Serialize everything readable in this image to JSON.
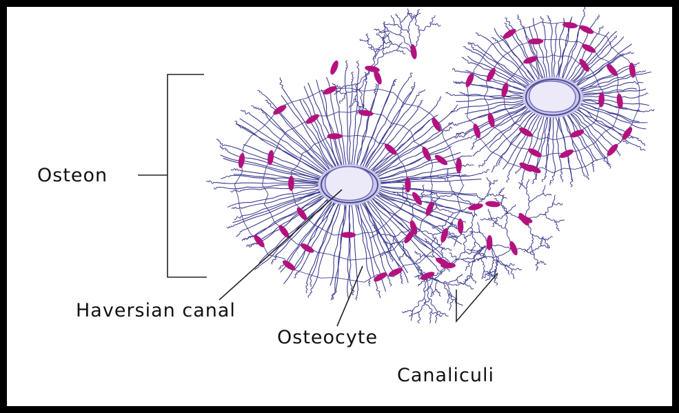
{
  "labels": {
    "osteon": "Osteon",
    "haversian_canal": "Haversian canal",
    "osteocyte": "Osteocyte",
    "canaliculi": "Canaliculi"
  },
  "colors": {
    "frame": "#000000",
    "background": "#ffffff",
    "canaliculi_lines": "#3b3b8f",
    "osteocyte_cells": "#b3127e",
    "canal_rim": "#9c9ad8",
    "canal_lumen": "#eceaf8",
    "label_text": "#111111"
  }
}
